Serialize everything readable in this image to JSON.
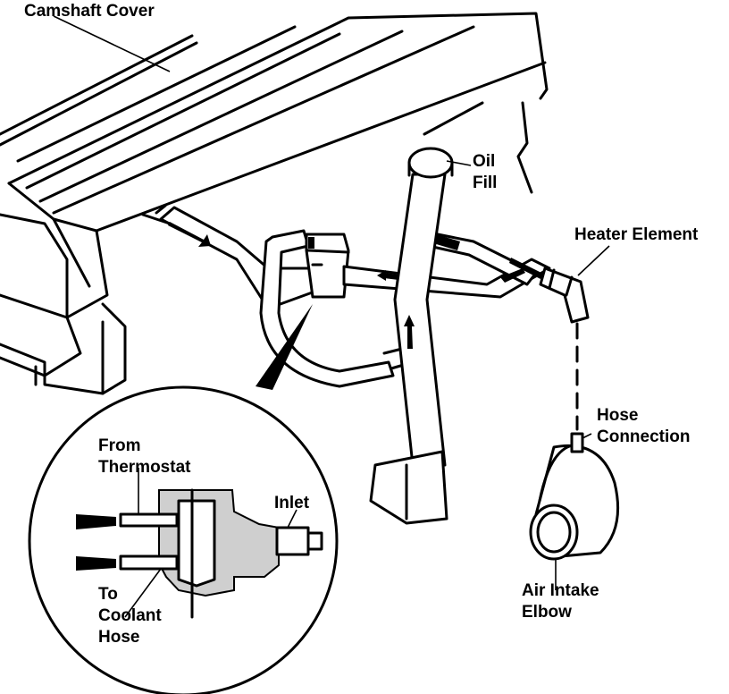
{
  "labels": {
    "camshaft_cover": "Camshaft Cover",
    "oil_fill_1": "Oil",
    "oil_fill_2": "Fill",
    "heater_element": "Heater Element",
    "hose_connection_1": "Hose",
    "hose_connection_2": "Connection",
    "air_intake_elbow_1": "Air Intake",
    "air_intake_elbow_2": "Elbow",
    "from_thermostat_1": "From",
    "from_thermostat_2": "Thermostat",
    "inlet": "Inlet",
    "to_coolant_hose_1": "To",
    "to_coolant_hose_2": "Coolant",
    "to_coolant_hose_3": "Hose"
  },
  "colors": {
    "line": "#000000",
    "background": "#ffffff",
    "stipple": "#cfcfcf"
  }
}
